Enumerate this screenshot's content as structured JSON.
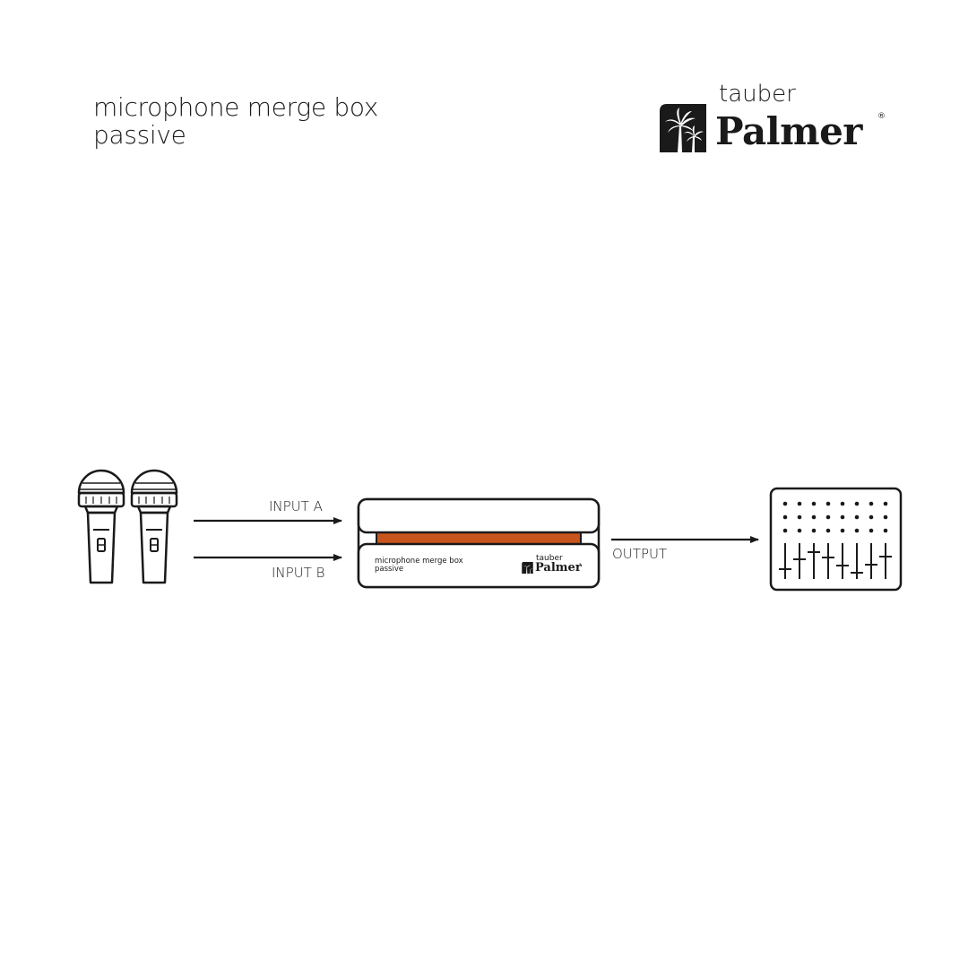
{
  "header": {
    "title_line1": "microphone merge box",
    "title_line2": "passive"
  },
  "brand": {
    "top": "tauber",
    "main": "Palmer",
    "mark": "®"
  },
  "diagram": {
    "input_a_label": "INPUT A",
    "input_b_label": "INPUT B",
    "output_label": "OUTPUT",
    "device_front_line1": "microphone merge box",
    "device_front_line2": "passive",
    "device_brand_top": "tauber",
    "device_brand_main": "Palmer",
    "device_brand_mark": "®"
  },
  "colors": {
    "stroke": "#1a1a1a",
    "accent": "#c8541e",
    "background": "#ffffff"
  },
  "icons": [
    "microphone-icon",
    "microphone-icon",
    "merge-box-device",
    "mixer-icon",
    "palm-logo-icon"
  ]
}
